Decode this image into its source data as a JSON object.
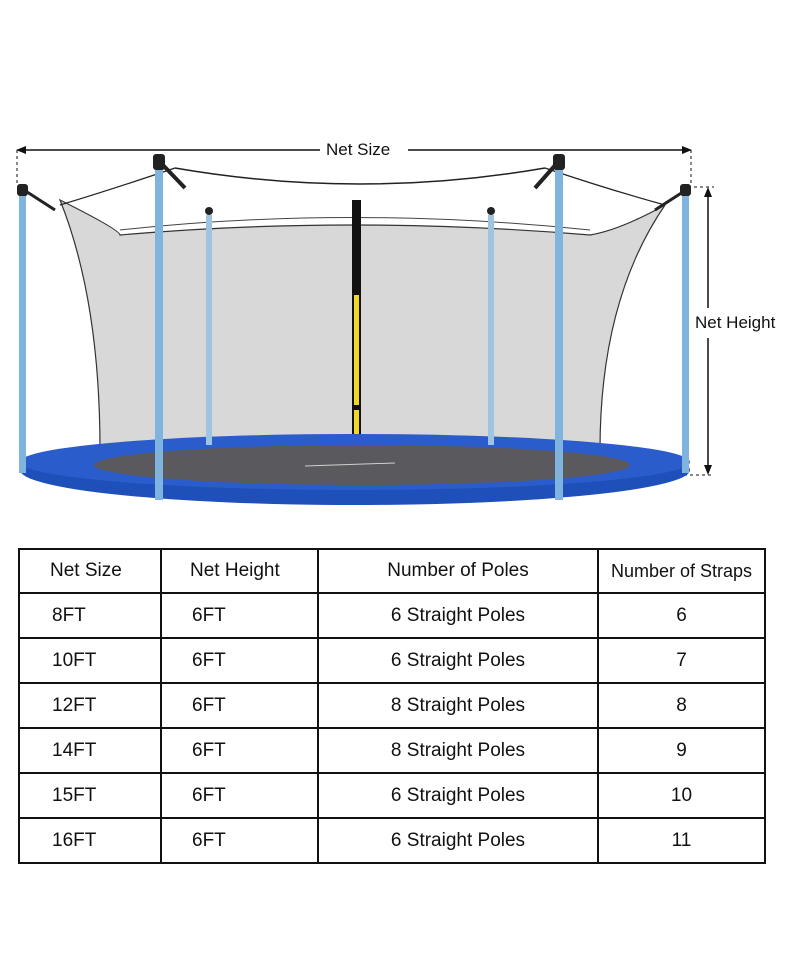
{
  "illustration": {
    "net_size_label": "Net Size",
    "net_height_label": "Net Height",
    "colors": {
      "pole": "#7fb4de",
      "pad": "#1f4fb8",
      "mat": "#5a5a5e",
      "net": "#d6d6d6",
      "center_strap": "#f0d52a"
    }
  },
  "table": {
    "headers": [
      "Net Size",
      "Net Height",
      "Number of Poles",
      "Number of Straps"
    ],
    "rows": [
      {
        "net_size": "8FT",
        "net_height": "6FT",
        "poles": "6 Straight Poles",
        "straps": "6"
      },
      {
        "net_size": "10FT",
        "net_height": "6FT",
        "poles": "6 Straight Poles",
        "straps": "7"
      },
      {
        "net_size": "12FT",
        "net_height": "6FT",
        "poles": "8 Straight Poles",
        "straps": "8"
      },
      {
        "net_size": "14FT",
        "net_height": "6FT",
        "poles": "8 Straight Poles",
        "straps": "9"
      },
      {
        "net_size": "15FT",
        "net_height": "6FT",
        "poles": "6 Straight Poles",
        "straps": "10"
      },
      {
        "net_size": "16FT",
        "net_height": "6FT",
        "poles": "6 Straight Poles",
        "straps": "11"
      }
    ]
  }
}
